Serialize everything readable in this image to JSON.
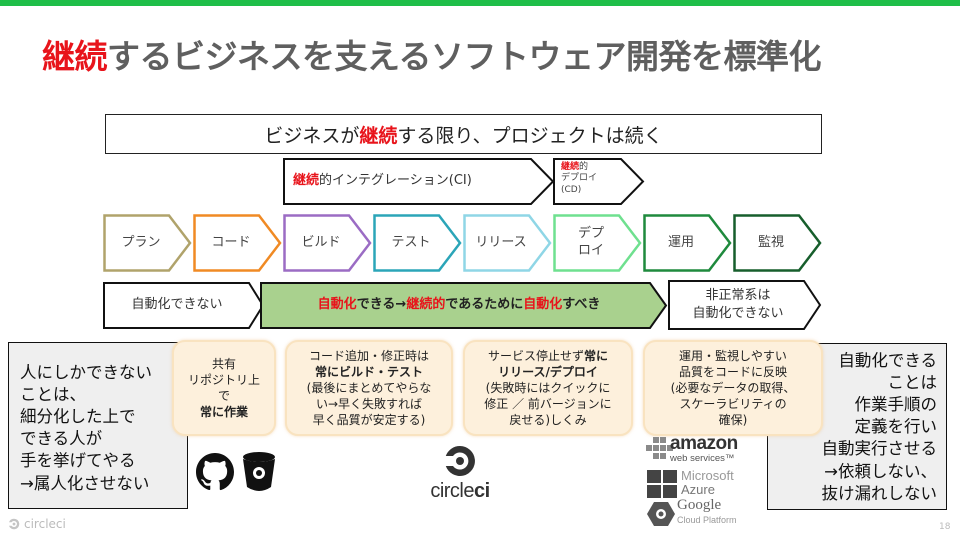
{
  "slide": {
    "title_highlight": "継続",
    "title_rest": "するビジネスを支えるソフトウェア開発を標準化",
    "banner": {
      "pre": "ビジネスが",
      "highlight": "継続",
      "post": "する限り、プロジェクトは続く"
    },
    "ci": {
      "highlight": "継続",
      "rest": "的インテグレーション(CI)"
    },
    "cd": {
      "highlight": "継続",
      "line1_rest": "的",
      "line2": "デプロイ",
      "line3": "(CD)"
    },
    "steps": [
      {
        "label": "プラン",
        "color": "#b0a36b"
      },
      {
        "label": "コード",
        "color": "#f08a24"
      },
      {
        "label": "ビルド",
        "color": "#9b6cc4"
      },
      {
        "label": "テスト",
        "color": "#2ba5b8"
      },
      {
        "label": "リリース",
        "color": "#8fd6e6"
      },
      {
        "label": "デプ\nロイ",
        "color": "#6fe08f"
      },
      {
        "label": "運用",
        "color": "#1f8a3d"
      },
      {
        "label": "監視",
        "color": "#175e2c"
      }
    ],
    "automation": {
      "left": "自動化できない",
      "main": {
        "p1": "自動化",
        "p2": "できる→",
        "p3": "継続的",
        "p4": "であるために",
        "p5": "自動化",
        "p6": "すべき"
      },
      "main_fill": "#a9d18e",
      "right": "非正常系は\n自動化できない"
    },
    "left_box": "人にしかできない\nことは、\n細分化した上で\nできる人が\n手を挙げてやる\n→属人化させない",
    "right_box": "自動化できる\nことは\n作業手順の\n定義を行い\n自動実行させる\n→依頼しない、\n抜け漏れしない",
    "notes": [
      {
        "normal": "共有\nリポジトリ上\nで",
        "bold": "常に作業",
        "after": ""
      },
      {
        "normal": "コード追加・修正時は",
        "bold": "常にビルド・テスト",
        "after": "(最後にまとめてやらな\nい→早く失敗すれば\n早く品質が安定する)"
      },
      {
        "normal": "サービス停止せず常に",
        "bold": "リリース/デプロイ",
        "after": "(失敗時にはクイックに\n修正 ／ 前バージョンに\n戻せる)しくみ"
      },
      {
        "normal": "運用・監視しやすい\n品質をコードに反映\n(必要なデータの取得、\nスケーラビリティの\n確保)",
        "bold": "",
        "after": ""
      }
    ],
    "logos": {
      "circleci": {
        "circle": "circle",
        "ci": "ci"
      },
      "aws": {
        "line1": "amazon",
        "line2": "web services™"
      },
      "azure": {
        "line1": "Microsoft",
        "line2": "Azure"
      },
      "gcp": {
        "line1": "Google",
        "line2": "Cloud Platform"
      }
    },
    "footer": {
      "brand": "circleci",
      "page_number": "18"
    }
  }
}
